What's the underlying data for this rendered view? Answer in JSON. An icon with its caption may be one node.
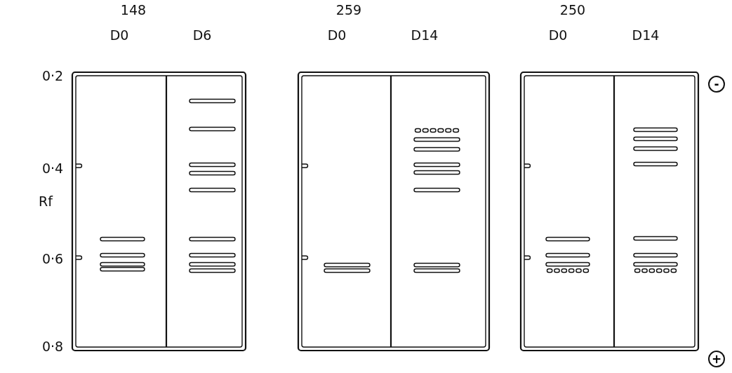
{
  "diagram": {
    "nodes": [
      {
        "text": [
          "-"
        ]
      },
      {
        "text": [
          "+"
        ]
      }
    ],
    "labels": [
      "148",
      "259",
      "250",
      "D0",
      "D6",
      "D0",
      "D14",
      "D0",
      "D14",
      "0·2",
      "0·4",
      "Rf",
      "0·6",
      "0·8"
    ]
  }
}
